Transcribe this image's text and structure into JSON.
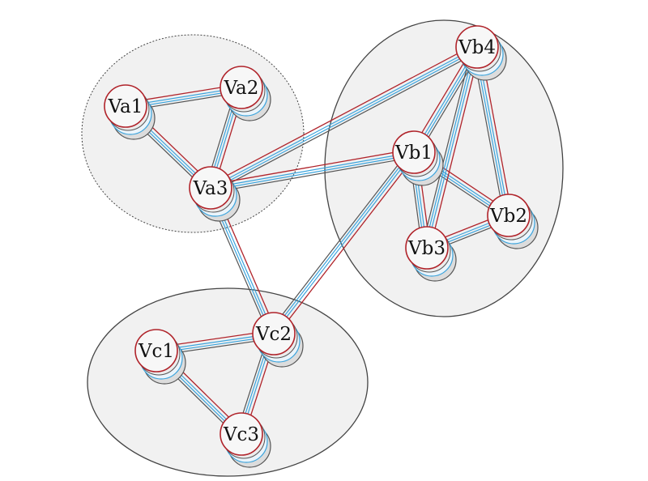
{
  "colors": {
    "background": "#ffffff",
    "cluster_fill": "#f1f1f1",
    "cluster_border": "#444444",
    "node_fill": "#f7f7f7",
    "node_border": "#b0232a",
    "node_shadow": "#dcdcdc",
    "edge_red": "#b0232a",
    "edge_blue": "#3aa3dc",
    "edge_gray": "#555555"
  },
  "clusters": [
    {
      "id": "a",
      "border_style": "dotted"
    },
    {
      "id": "b",
      "border_style": "solid"
    },
    {
      "id": "c",
      "border_style": "solid"
    }
  ],
  "nodes": [
    {
      "id": "Va1",
      "label": "Va1",
      "cluster": "a"
    },
    {
      "id": "Va2",
      "label": "Va2",
      "cluster": "a"
    },
    {
      "id": "Va3",
      "label": "Va3",
      "cluster": "a"
    },
    {
      "id": "Vb1",
      "label": "Vb1",
      "cluster": "b"
    },
    {
      "id": "Vb2",
      "label": "Vb2",
      "cluster": "b"
    },
    {
      "id": "Vb3",
      "label": "Vb3",
      "cluster": "b"
    },
    {
      "id": "Vb4",
      "label": "Vb4",
      "cluster": "b"
    },
    {
      "id": "Vc1",
      "label": "Vc1",
      "cluster": "c"
    },
    {
      "id": "Vc2",
      "label": "Vc2",
      "cluster": "c"
    },
    {
      "id": "Vc3",
      "label": "Vc3",
      "cluster": "c"
    }
  ],
  "edges": [
    {
      "from": "Va1",
      "to": "Va2"
    },
    {
      "from": "Va1",
      "to": "Va3"
    },
    {
      "from": "Va2",
      "to": "Va3"
    },
    {
      "from": "Va3",
      "to": "Vb4"
    },
    {
      "from": "Va3",
      "to": "Vb1"
    },
    {
      "from": "Va3",
      "to": "Vc2"
    },
    {
      "from": "Vb1",
      "to": "Vb4"
    },
    {
      "from": "Vb1",
      "to": "Vb2"
    },
    {
      "from": "Vb1",
      "to": "Vb3"
    },
    {
      "from": "Vb4",
      "to": "Vb2"
    },
    {
      "from": "Vb4",
      "to": "Vb3"
    },
    {
      "from": "Vb3",
      "to": "Vb2"
    },
    {
      "from": "Vb1",
      "to": "Vc2"
    },
    {
      "from": "Vc1",
      "to": "Vc2"
    },
    {
      "from": "Vc1",
      "to": "Vc3"
    },
    {
      "from": "Vc2",
      "to": "Vc3"
    }
  ]
}
